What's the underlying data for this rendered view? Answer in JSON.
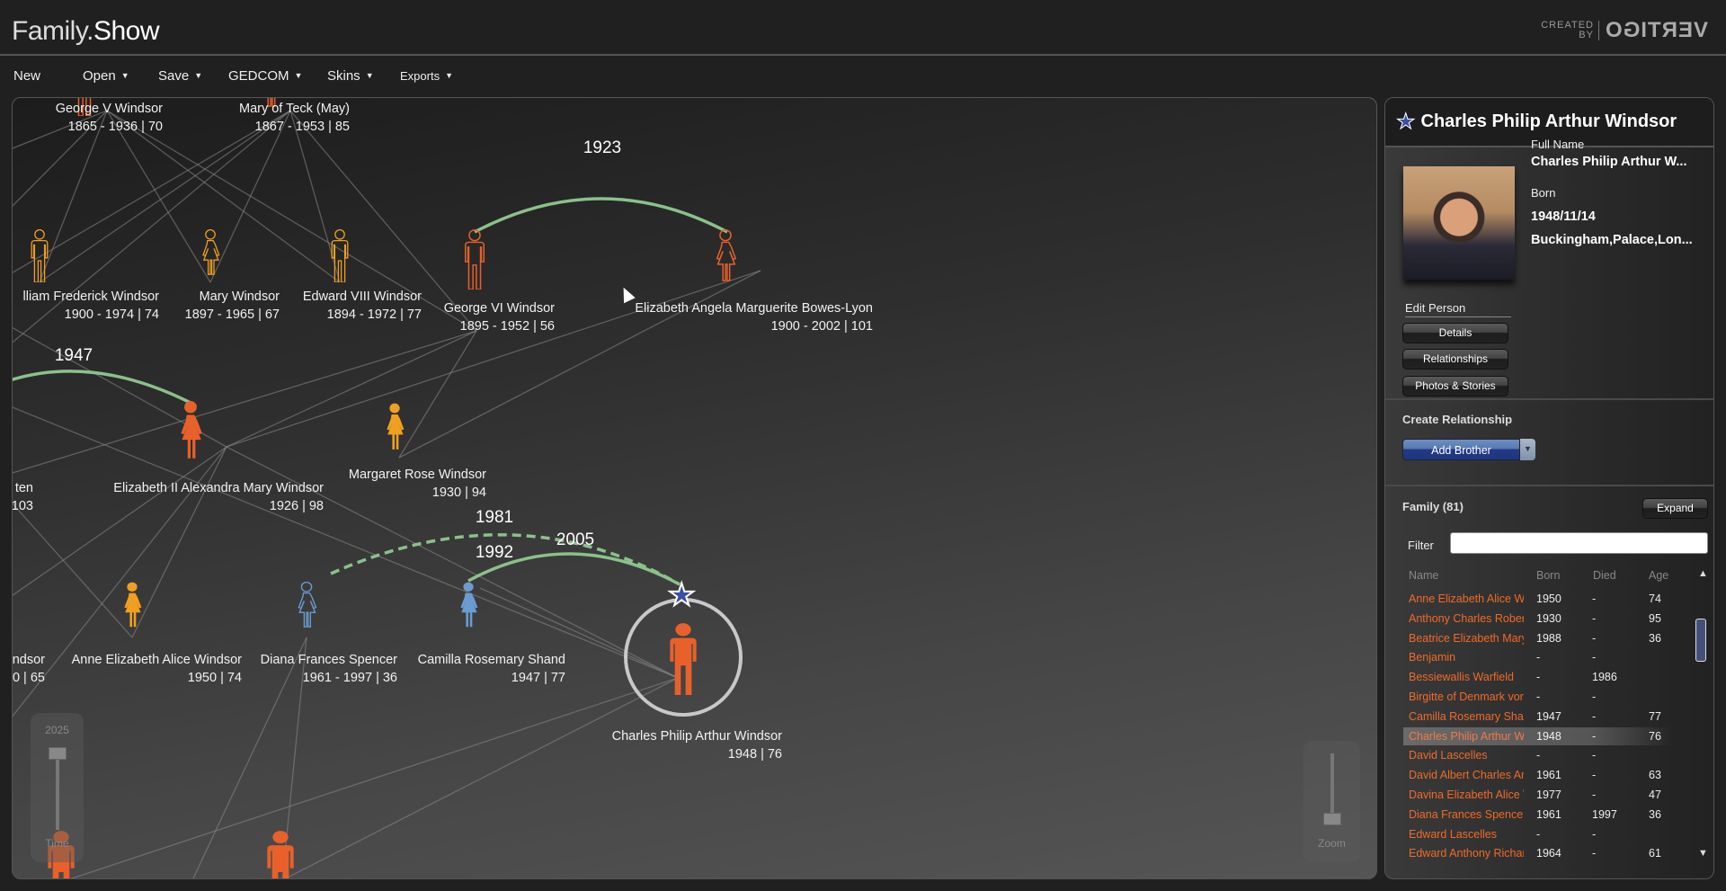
{
  "app": {
    "title_a": "Family.",
    "title_b": "Show",
    "brand_created": "CREATED",
    "brand_by": "BY",
    "brand_name": "VERTIGO"
  },
  "menu": [
    {
      "label": "New",
      "dropdown": false
    },
    {
      "label": "Open",
      "dropdown": true
    },
    {
      "label": "Save",
      "dropdown": true
    },
    {
      "label": "GEDCOM",
      "dropdown": true
    },
    {
      "label": "Skins",
      "dropdown": true
    },
    {
      "label": "Exports",
      "dropdown": true
    }
  ],
  "colors": {
    "male_red": "#e8612a",
    "orange": "#f0a020",
    "blue": "#6b9bd0",
    "marriage": "#8cc08c",
    "selected_star": "#3850a8"
  },
  "people": [
    {
      "name": "George V Windsor",
      "dates": "1865 - 1936 | 70",
      "sex": "male",
      "color": "#e8612a",
      "style": "outline"
    },
    {
      "name": "Mary of Teck (May)",
      "dates": "1867 - 1953 | 85",
      "sex": "female",
      "color": "#e8612a",
      "style": "outline"
    },
    {
      "name": "lliam Frederick Windsor",
      "dates": "1900 - 1974 | 74",
      "sex": "male",
      "color": "#f0a020",
      "style": "outline"
    },
    {
      "name": "Mary Windsor",
      "dates": "1897 - 1965 | 67",
      "sex": "female",
      "color": "#f0a020",
      "style": "outline"
    },
    {
      "name": "Edward VIII Windsor",
      "dates": "1894 - 1972 | 77",
      "sex": "male",
      "color": "#f0a020",
      "style": "outline"
    },
    {
      "name": "George VI Windsor",
      "dates": "1895 - 1952 | 56",
      "sex": "male",
      "color": "#e8612a",
      "style": "outline"
    },
    {
      "name": "Elizabeth Angela Marguerite Bowes-Lyon",
      "dates": "1900 - 2002 | 101",
      "sex": "female",
      "color": "#e8612a",
      "style": "outline"
    },
    {
      "name": "Elizabeth II Alexandra Mary Windsor",
      "dates": "1926 | 98",
      "sex": "female",
      "color": "#e8612a",
      "style": "filled"
    },
    {
      "name": "Margaret Rose Windsor",
      "dates": "1930 | 94",
      "sex": "female",
      "color": "#f0a020",
      "style": "filled"
    },
    {
      "name": "ten",
      "dates": "103",
      "sex": "",
      "color": "",
      "style": ""
    },
    {
      "name": "Anne Elizabeth Alice Windsor",
      "dates": "1950 | 74",
      "sex": "female",
      "color": "#f0a020",
      "style": "filled"
    },
    {
      "name": "Diana Frances Spencer",
      "dates": "1961 - 1997 | 36",
      "sex": "female",
      "color": "#6b9bd0",
      "style": "outline"
    },
    {
      "name": "Camilla Rosemary Shand",
      "dates": "1947 | 77",
      "sex": "female",
      "color": "#6b9bd0",
      "style": "filled"
    },
    {
      "name": "ndsor",
      "dates": "0 | 65",
      "sex": "",
      "color": "",
      "style": ""
    },
    {
      "name": "Charles Philip Arthur Windsor",
      "dates": "1948 | 76",
      "sex": "male",
      "color": "#e8612a",
      "style": "filled"
    },
    {
      "name": "",
      "dates": "",
      "sex": "male",
      "color": "#e8612a",
      "style": "filled"
    },
    {
      "name": "",
      "dates": "",
      "sex": "male",
      "color": "#e8612a",
      "style": "filled"
    }
  ],
  "marriages": [
    {
      "year": "1923",
      "style": "solid"
    },
    {
      "year": "1947",
      "style": "solid"
    },
    {
      "year": "1981",
      "style": "dashed"
    },
    {
      "year": "2005",
      "style": "solid"
    },
    {
      "year": "1992",
      "style": "solid"
    }
  ],
  "time_slider": {
    "year": "2025",
    "label": "Time",
    "value_fraction": 1.0
  },
  "zoom_slider": {
    "label": "Zoom",
    "value_fraction": 0.1
  },
  "details": {
    "name": "Charles Philip Arthur Windsor",
    "full_name_label": "Full Name",
    "full_name": "Charles Philip Arthur W...",
    "born_label": "Born",
    "born_date": "1948/11/14",
    "born_place": "Buckingham,Palace,Lon...",
    "edit_person": "Edit Person",
    "buttons": [
      "Details",
      "Relationships",
      "Photos & Stories"
    ],
    "create_relationship": "Create Relationship",
    "add_button": "Add Brother"
  },
  "family": {
    "title": "Family (81)",
    "expand": "Expand",
    "filter_label": "Filter",
    "filter_value": "",
    "columns": [
      "Name",
      "Born",
      "Died",
      "Age"
    ],
    "rows": [
      [
        "Anne Elizabeth Alice W",
        "1950",
        "-",
        "74"
      ],
      [
        "Anthony Charles Rober",
        "1930",
        "-",
        "95"
      ],
      [
        "Beatrice Elizabeth Mary",
        "1988",
        "-",
        "36"
      ],
      [
        "Benjamin",
        "-",
        "-",
        ""
      ],
      [
        "Bessiewallis Warfield",
        "-",
        "1986",
        ""
      ],
      [
        "Birgitte of Denmark vor",
        "-",
        "-",
        ""
      ],
      [
        "Camilla Rosemary Shan",
        "1947",
        "-",
        "77"
      ],
      [
        "Charles Philip Arthur W",
        "1948",
        "-",
        "76"
      ],
      [
        "David Lascelles",
        "-",
        "-",
        ""
      ],
      [
        "David Albert Charles Ar",
        "1961",
        "-",
        "63"
      ],
      [
        "Davina Elizabeth Alice \\",
        "1977",
        "-",
        "47"
      ],
      [
        "Diana Frances Spencer",
        "1961",
        "1997",
        "36"
      ],
      [
        "Edward Lascelles",
        "-",
        "-",
        ""
      ],
      [
        "Edward Anthony Richar",
        "1964",
        "-",
        "61"
      ]
    ],
    "selected_index": 7
  }
}
